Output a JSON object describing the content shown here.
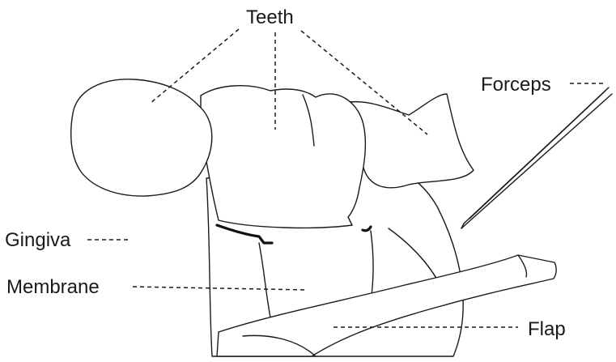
{
  "labels": {
    "teeth": "Teeth",
    "forceps": "Forceps",
    "gingiva": "Gingiva",
    "membrane": "Membrane",
    "flap": "Flap"
  }
}
